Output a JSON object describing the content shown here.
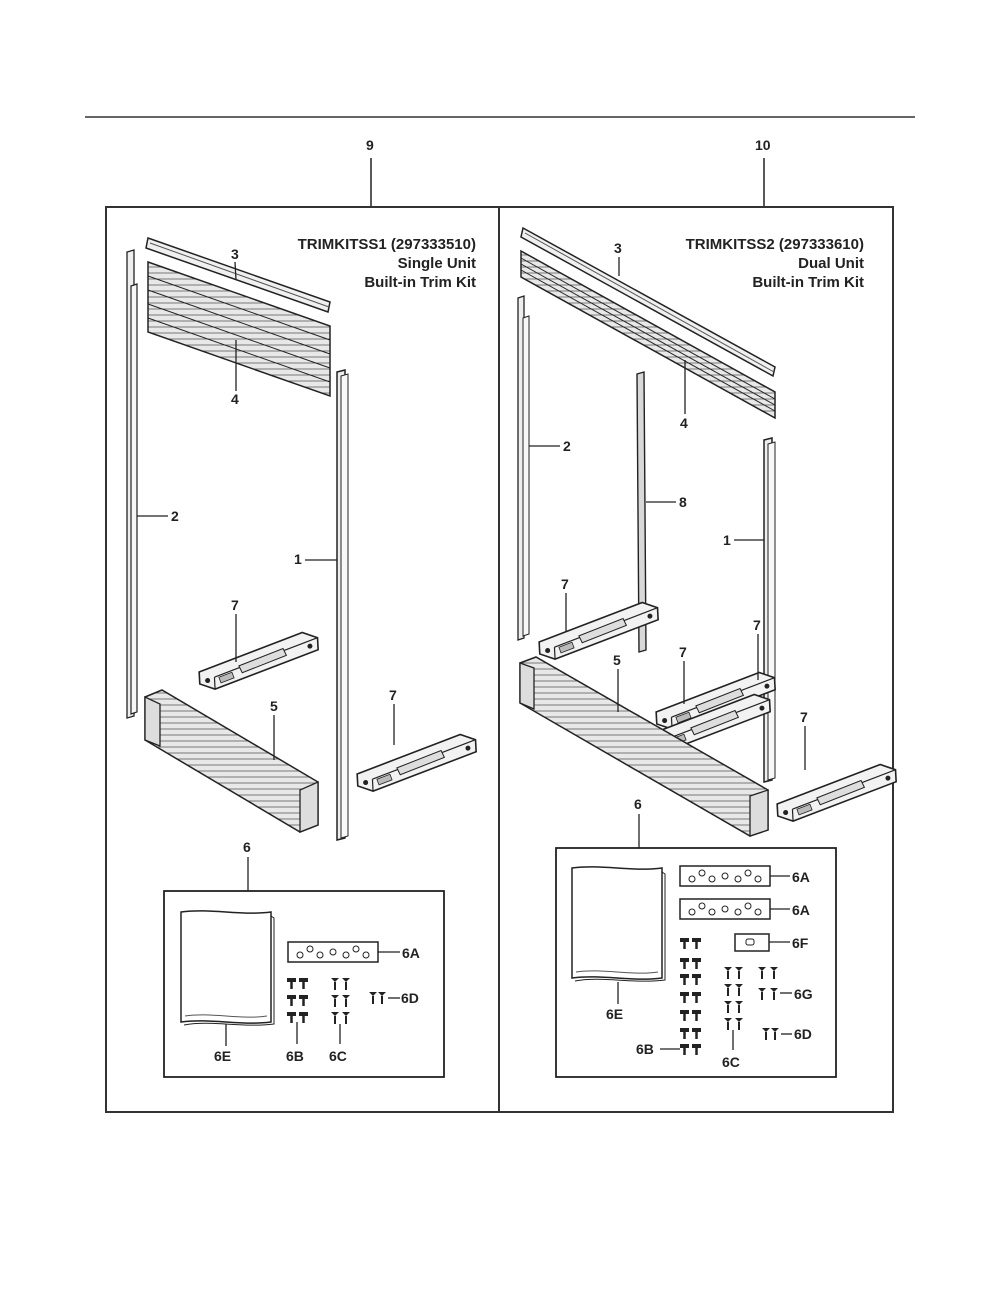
{
  "callouts": {
    "panel_left": "9",
    "panel_right": "10"
  },
  "left_panel": {
    "title_lines": [
      "TRIMKITSS1 (297333510)",
      "Single Unit",
      "Built-in Trim Kit"
    ],
    "labels": {
      "p3": "3",
      "p4": "4",
      "p2": "2",
      "p1": "1",
      "p7a": "7",
      "p5": "5",
      "p7b": "7",
      "p6": "6",
      "p6A": "6A",
      "p6D": "6D",
      "p6E": "6E",
      "p6B": "6B",
      "p6C": "6C"
    }
  },
  "right_panel": {
    "title_lines": [
      "TRIMKITSS2 (297333610)",
      "Dual Unit",
      "Built-in Trim Kit"
    ],
    "labels": {
      "p3": "3",
      "p4": "4",
      "p2": "2",
      "p8": "8",
      "p1": "1",
      "p7a": "7",
      "p7b": "7",
      "p7c": "7",
      "p5": "5",
      "p7d": "7",
      "p6": "6",
      "p6A1": "6A",
      "p6A2": "6A",
      "p6F": "6F",
      "p6G": "6G",
      "p6D": "6D",
      "p6E": "6E",
      "p6B": "6B",
      "p6C": "6C"
    }
  }
}
